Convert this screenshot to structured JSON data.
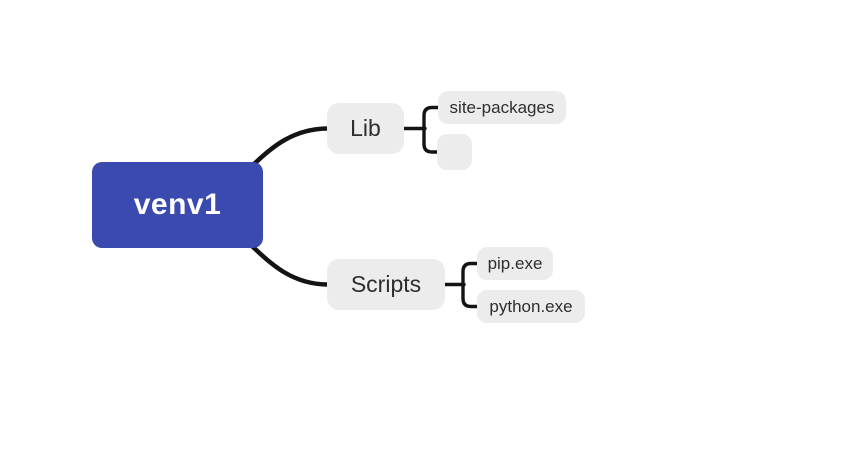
{
  "diagram": {
    "type": "mindmap",
    "root": {
      "label": "venv1"
    },
    "branches": [
      {
        "label": "Lib",
        "children": [
          {
            "label": "site-packages"
          },
          {
            "label": ""
          }
        ]
      },
      {
        "label": "Scripts",
        "children": [
          {
            "label": "pip.exe"
          },
          {
            "label": "python.exe"
          }
        ]
      }
    ],
    "colors": {
      "canvas_bg": "#ffffff",
      "root_bg": "#3a4aae",
      "root_text": "#ffffff",
      "node_bg": "#ececec",
      "node_text": "#2e2e2e",
      "connector": "#141414"
    }
  }
}
